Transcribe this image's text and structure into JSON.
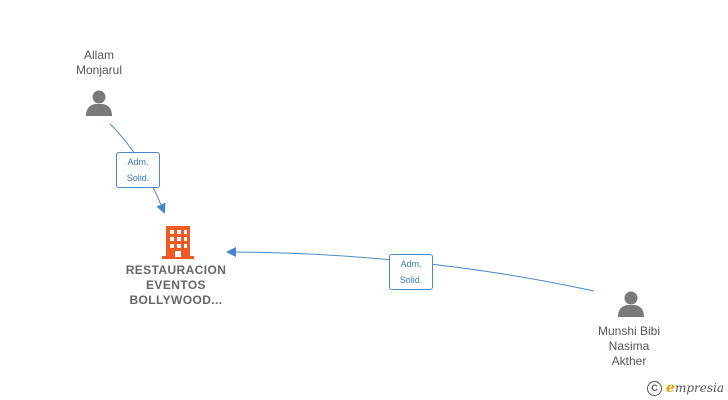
{
  "nodes": {
    "person_top": {
      "name": "Allam\nMonjarul",
      "icon": "person-icon"
    },
    "company": {
      "name": "RESTAURACION\nEVENTOS\nBOLLYWOOD...",
      "icon": "building-icon"
    },
    "person_right": {
      "name": "Munshi Bibi\nNasima\nAkther",
      "icon": "person-icon"
    }
  },
  "edges": [
    {
      "from": "person_top",
      "to": "company",
      "label": "Adm.\nSolid."
    },
    {
      "from": "person_right",
      "to": "company",
      "label": "Adm.\nSolid."
    }
  ],
  "colors": {
    "edge": "#4a86c8",
    "person": "#7a7a7a",
    "company": "#f05a24"
  },
  "brand": {
    "copyright": "C",
    "first_letter": "e",
    "rest": "mpresia"
  }
}
